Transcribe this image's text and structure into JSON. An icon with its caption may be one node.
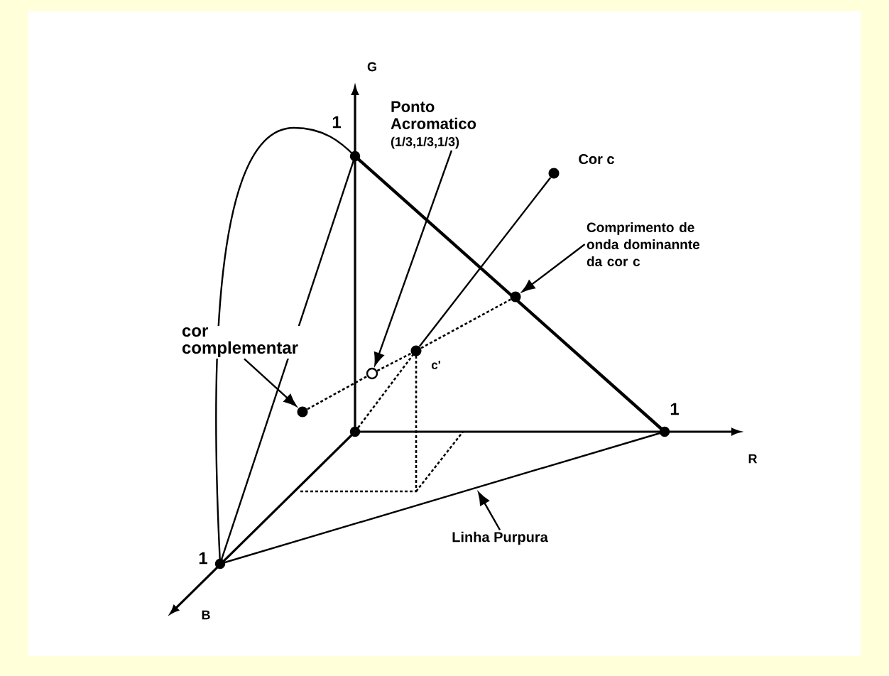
{
  "diagram": {
    "nodes": [
      {
        "text": [
          "Ponto Acromatico",
          "(1/3,1/3,1/3)"
        ]
      },
      {
        "text": [],
        "shape": "circle"
      },
      {
        "text": [],
        "shape": "circle",
        "beside": [
          "Cor c"
        ]
      },
      {
        "text": [
          "Comprimento de onda dominannte da cor c"
        ]
      },
      {
        "text": [],
        "shape": "circle"
      },
      {
        "text": [
          "cor complementar"
        ]
      },
      {
        "text": [],
        "shape": "circle"
      },
      {
        "text": [],
        "shape": "circle",
        "beside": [
          "c'"
        ]
      },
      {
        "text": [
          "Linha Purpura"
        ]
      }
    ],
    "edges": [
      {
        "from": 0,
        "to": 1,
        "arrow": "to"
      },
      {
        "from": 3,
        "to": 4,
        "arrow": "to"
      },
      {
        "from": 5,
        "to": 6,
        "arrow": "to"
      },
      {
        "from": 8,
        "to": null,
        "arrow": "to"
      },
      {
        "from": 6,
        "to": 1,
        "arrow": "none",
        "style": "dashed"
      },
      {
        "from": 1,
        "to": 7,
        "arrow": "none",
        "style": "dashed"
      },
      {
        "from": 7,
        "to": 4,
        "arrow": "none",
        "style": "dashed"
      },
      {
        "from": 7,
        "to": 2,
        "arrow": "none"
      }
    ],
    "labels": [
      "G",
      "1",
      "1",
      "R",
      "1",
      "B"
    ]
  }
}
